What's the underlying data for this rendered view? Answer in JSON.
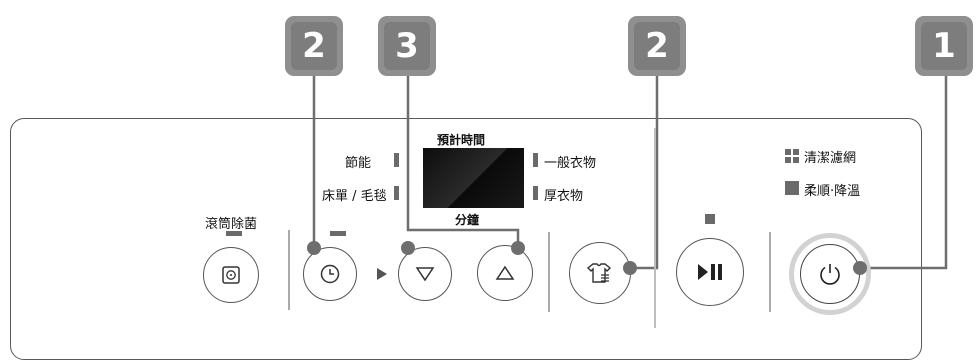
{
  "badges": [
    "2",
    "3",
    "2",
    "1"
  ],
  "left_button": {
    "label": "滾筒除菌"
  },
  "mode_labels": {
    "eco": "節能",
    "bedding": "床單 / 毛毯"
  },
  "display": {
    "title": "預計時間",
    "subtitle": "分鐘"
  },
  "cloth_labels": {
    "normal": "一般衣物",
    "thick": "厚衣物"
  },
  "right_labels": {
    "filter": "清潔濾網",
    "soft": "柔順‧降溫"
  },
  "colors": {
    "badge": "#8f8f8f",
    "indicator": "#6a6a6a",
    "line": "#6e6e6e",
    "display": "#1a1a1a"
  }
}
